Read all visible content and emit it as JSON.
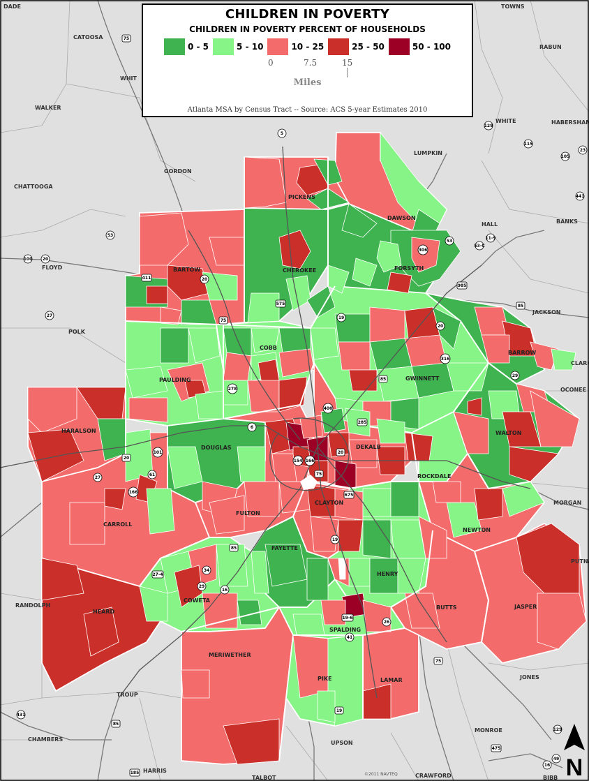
{
  "legend": {
    "title": "CHILDREN IN POVERTY",
    "subtitle": "CHILDREN IN POVERTY PERCENT OF HOUSEHOLDS",
    "classes": [
      {
        "label": "0 - 5",
        "color": "#3fb34f"
      },
      {
        "label": "5 - 10",
        "color": "#86f486"
      },
      {
        "label": "10 - 25",
        "color": "#f36b6b"
      },
      {
        "label": "25 - 50",
        "color": "#cb2f2a"
      },
      {
        "label": "50 - 100",
        "color": "#9c0024"
      }
    ],
    "scale_ticks": [
      "0",
      "7.5",
      "15"
    ],
    "scale_unit": "Miles",
    "source": "Atlanta MSA by Census Tract -- Source: ACS 5-year Estimates 2010"
  },
  "counties": {
    "catoosa": "CATOOSA",
    "walker": "WALKER",
    "chattooga": "CHATTOOGA",
    "floyd": "FLOYD",
    "polk": "POLK",
    "gordon": "GORDON",
    "lumpkin": "LUMPKIN",
    "white": "WHITE",
    "habersham": "HABERSHAM",
    "hall": "HALL",
    "banks": "BANKS",
    "jackson": "JACKSON",
    "oconee": "OCONEE",
    "clarke": "CLARK",
    "morgan": "MORGAN",
    "putnam": "PUTNA",
    "jones": "JONES",
    "monroe": "MONROE",
    "crawford": "CRAWFORD",
    "bibb": "BIBB",
    "upson": "UPSON",
    "talbot": "TALBOT",
    "harris": "HARRIS",
    "troup": "TROUP",
    "chambers": "CHAMBERS",
    "randolph": "RANDOLPH",
    "rabun": "RABUN",
    "towns": "TOWNS",
    "dade": "DADE",
    "whitfield": "WHIT",
    "pickens": "PICKENS",
    "dawson": "DAWSON",
    "cherokee": "CHEROKEE",
    "forsyth": "FORSYTH",
    "bartow": "BARTOW",
    "cobb": "COBB",
    "gwinnett": "GWINNETT",
    "barrow": "BARROW",
    "paulding": "PAULDING",
    "haralson": "HARALSON",
    "douglas": "DOUGLAS",
    "dekalb": "DEKALB",
    "walton": "WALTON",
    "rockdale": "ROCKDALE",
    "carroll": "CARROLL",
    "fulton": "FULTON",
    "clayton": "CLAYTON",
    "newton": "NEWTON",
    "fayette": "FAYETTE",
    "henry": "HENRY",
    "coweta": "COWETA",
    "heard": "HEARD",
    "jasper": "JASPER",
    "butts": "BUTTS",
    "spalding": "SPALDING",
    "meriwether": "MERIWETHER",
    "pike": "PIKE",
    "lamar": "LAMAR"
  },
  "shields": {
    "s75a": "75",
    "s5": "5",
    "s53": "53",
    "s100": "100",
    "s20a": "20",
    "s411": "411",
    "s20b": "20",
    "s575": "575",
    "s75b": "75",
    "s19a": "19",
    "s306": "306",
    "s53b": "53",
    "s115": "115",
    "s105": "105",
    "s23": "23",
    "s129": "129",
    "s441": "441",
    "s985": "985",
    "s85a": "85",
    "s20c": "20",
    "s316": "316",
    "s29": "29",
    "s27a": "27",
    "s278": "278",
    "s6": "6",
    "s400": "400",
    "s85b": "85",
    "s285": "285",
    "s20d": "20",
    "s101": "101",
    "s61": "61",
    "s27b": "27",
    "s166a": "166",
    "s154": "154",
    "s166b": "166",
    "s75c": "75",
    "s675": "675",
    "s20e": "20",
    "s19b": "19",
    "s85c": "85",
    "s34": "34",
    "s274": "27-4",
    "s29b": "29",
    "s16": "16",
    "s196": "19-6",
    "s41": "41",
    "s26": "26",
    "s75d": "75",
    "s19c": "19",
    "s85d": "85",
    "s431": "431",
    "s475": "475",
    "s129b": "129",
    "s49": "49",
    "s16b": "16",
    "s185": "185",
    "s11": "11-9",
    "s53c": "53-C"
  },
  "north_label": "N",
  "copyright": "©2011 NAVTEQ"
}
